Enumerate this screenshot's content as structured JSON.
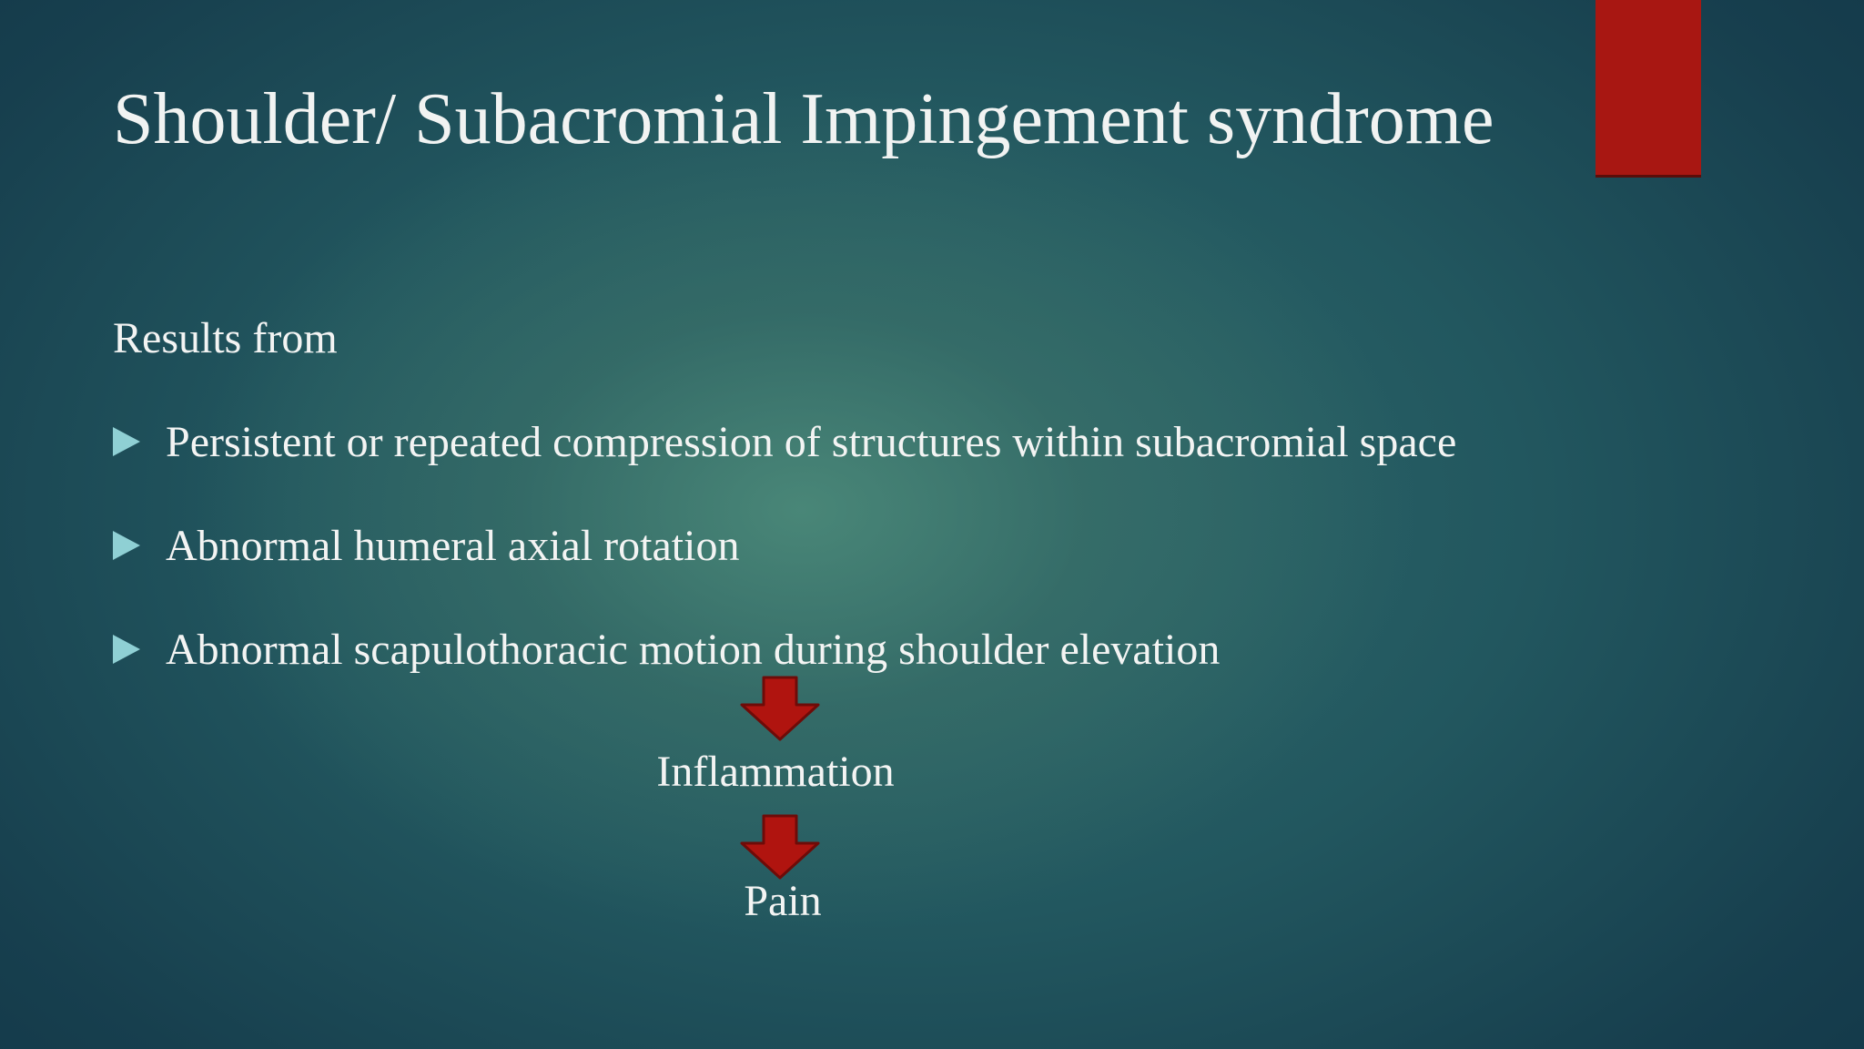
{
  "slide": {
    "title": "Shoulder/ Subacromial Impingement syndrome",
    "intro": "Results from",
    "bullets": [
      "Persistent or repeated compression of structures within subacromial space",
      "Abnormal humeral axial rotation",
      "Abnormal scapulothoracic motion during shoulder elevation"
    ],
    "flow": [
      "Inflammation",
      "Pain"
    ]
  },
  "colors": {
    "accent_bar": "#a81712",
    "arrow_fill": "#b0140f",
    "bullet_icon": "#8fd0d4",
    "text": "#f3f4f3"
  },
  "icons": {
    "bullet": "triangle-right-icon",
    "flow_arrow": "arrow-down-icon"
  }
}
